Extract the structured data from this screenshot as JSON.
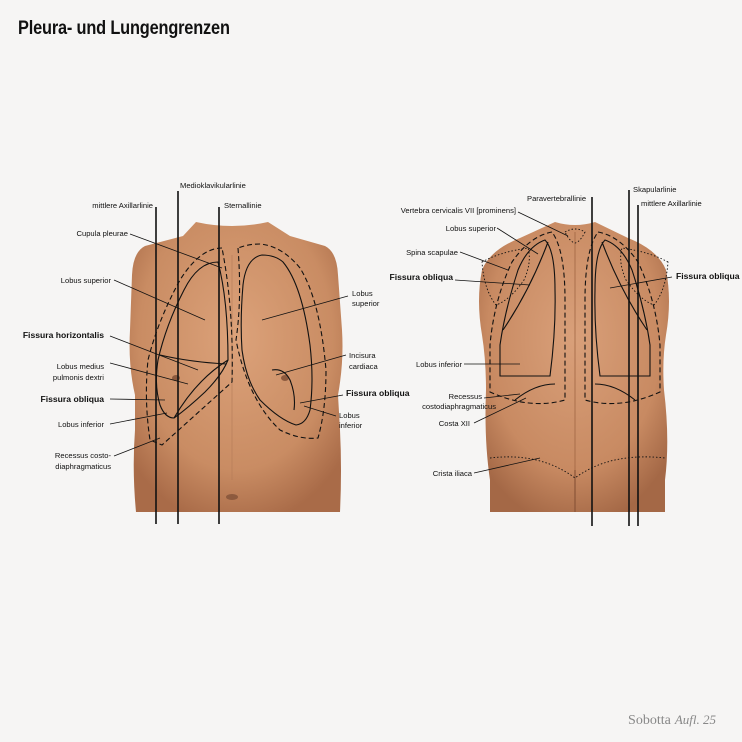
{
  "title": "Pleura- und Lungengrenzen",
  "footer": {
    "brand": "Sobotta",
    "edition": "Aufl. 25"
  },
  "colors": {
    "skin": "#d39a72",
    "skin_dark": "#a86a48",
    "line": "#111111",
    "background": "#f6f5f4"
  },
  "front_view": {
    "labels": {
      "medioklavikularlinie": "Medioklavikularlinie",
      "mittlere_axillarlinie": "mittlere Axillarlinie",
      "sternallinie": "Sternallinie",
      "cupula_pleurae": "Cupula pleurae",
      "lobus_superior_left": "Lobus superior",
      "fissura_horizontalis": "Fissura horizontalis",
      "lobus_medius_1": "Lobus medius",
      "lobus_medius_2": "pulmonis dextri",
      "fissura_obliqua_left": "Fissura obliqua",
      "lobus_inferior_left": "Lobus inferior",
      "recessus_1": "Recessus costo-",
      "recessus_2": "diaphragmaticus",
      "lobus_superior_right_1": "Lobus",
      "lobus_superior_right_2": "superior",
      "incisura_1": "Incisura",
      "incisura_2": "cardiaca",
      "fissura_obliqua_right": "Fissura obliqua",
      "lobus_inferior_right_1": "Lobus",
      "lobus_inferior_right_2": "inferior"
    }
  },
  "back_view": {
    "labels": {
      "paravertebrallinie": "Paravertebrallinie",
      "skapularlinie": "Skapularlinie",
      "mittlere_axillarlinie": "mittlere Axillarlinie",
      "vertebra": "Vertebra cervicalis VII [prominens]",
      "lobus_superior": "Lobus superior",
      "spina_scapulae": "Spina scapulae",
      "fissura_obliqua_left": "Fissura obliqua",
      "fissura_obliqua_right": "Fissura obliqua",
      "lobus_inferior": "Lobus inferior",
      "recessus_1": "Recessus",
      "recessus_2": "costodiaphragmaticus",
      "costa_xii": "Costa XII",
      "crista_iliaca": "Crista iliaca"
    }
  }
}
